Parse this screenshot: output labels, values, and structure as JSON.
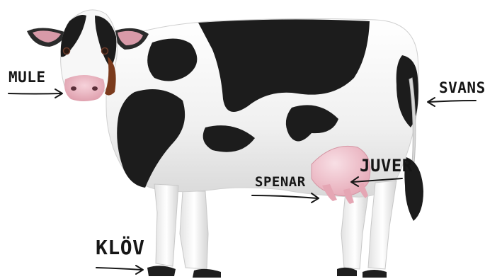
{
  "labels": {
    "mule": "MULE",
    "svans": "SVANS",
    "juver": "JUVER",
    "spenar": "SPENAR",
    "klov": "KLÖV"
  },
  "colors": {
    "hide_white": "#f4f4f4",
    "hide_black": "#1c1c1c",
    "nose_pink": "#eab3be",
    "udder_pink": "#f0c2cc",
    "label_ink": "#161616"
  }
}
